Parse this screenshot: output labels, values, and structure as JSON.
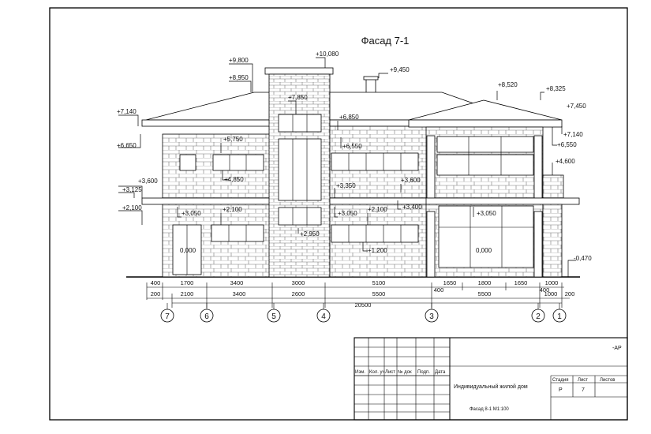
{
  "drawing": {
    "title": "Фасад 7-1",
    "levels": [
      "+9,800",
      "+8,950",
      "+10,080",
      "+9,450",
      "+8,520",
      "+8,325",
      "+7,450",
      "+7,140",
      "+6,650",
      "+7,850",
      "+6,850",
      "+6,550",
      "+5,750",
      "+4,850",
      "+4,600",
      "+3,600",
      "+3,125",
      "+3,350",
      "+3,600",
      "+2,100",
      "+3,050",
      "+2,100",
      "+3,050",
      "+2,100",
      "+3,400",
      "+3,050",
      "+2,950",
      "+1,200",
      "0,000",
      "0,000",
      "-0,470",
      "+7,140",
      "+6,550"
    ],
    "dims_top": [
      "400",
      "1700",
      "3400",
      "3000",
      "5100",
      "1650",
      "1800",
      "1650",
      "1000"
    ],
    "dims_mid": [
      "200",
      "2100",
      "3400",
      "2600",
      "5500",
      "400",
      "5500",
      "400",
      "1000",
      "200"
    ],
    "total": "20500",
    "axes": [
      "7",
      "6",
      "5",
      "4",
      "3",
      "2",
      "1"
    ]
  },
  "title_block": {
    "code": "-АР",
    "headers": [
      "Изм.",
      "Кол. уч",
      "Лист",
      "№ док",
      "Подп.",
      "Дата"
    ],
    "name": "Индивидуальный жилой дом",
    "stage_label": "Стадия",
    "sheet_label": "Лист",
    "sheets_label": "Листов",
    "stage": "Р",
    "sheet": "7",
    "caption": "Фасад 8-1  М1:100"
  }
}
